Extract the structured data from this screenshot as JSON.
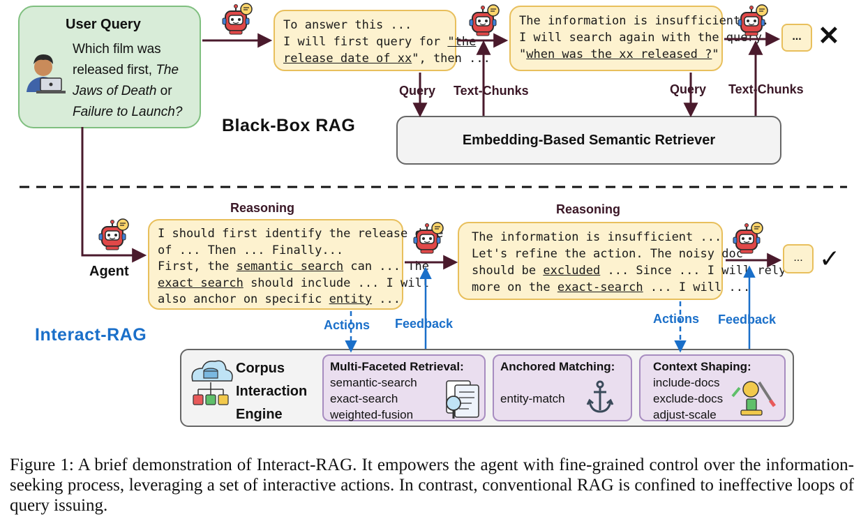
{
  "user_query": {
    "title": "User Query",
    "text_line1": "Which film was",
    "text_line2_a": "released first, ",
    "text_line2_b": "The",
    "text_line3_a": "Jaws of Death",
    "text_line3_b": " or",
    "text_line4": "Failure to Launch?"
  },
  "black_box": {
    "section_label": "Black-Box RAG",
    "thought1": {
      "line1": "To answer this ...",
      "line2_a": "I will first query for ",
      "line2_b": "\"the",
      "line3_a": "release date of xx",
      "line3_b": "\", then ..."
    },
    "thought2": {
      "line1": "The information is insufficient ...",
      "line2": "I will search again with the query",
      "line3_a": "\"",
      "line3_b": "when was the xx released ?",
      "line3_c": "\""
    },
    "ellipsis": "...",
    "fail_mark": "✕",
    "query_label_1": "Query",
    "chunks_label_1": "Text-Chunks",
    "query_label_2": "Query",
    "chunks_label_2": "Text-Chunks",
    "retriever": "Embedding-Based Semantic Retriever"
  },
  "interact": {
    "section_label": "Interact-RAG",
    "agent_label": "Agent",
    "reasoning_label_1": "Reasoning",
    "reasoning_label_2": "Reasoning",
    "thought1": {
      "line1": "I should first identify the release date",
      "line2": "of ... Then ... Finally...",
      "line3_a": "First, the ",
      "line3_b": "semantic search",
      "line3_c": " can ... The",
      "line4_a": "exact search",
      "line4_b": " should include ... I will",
      "line5_a": "also anchor on specific ",
      "line5_b": "entity",
      "line5_c": " ..."
    },
    "thought2": {
      "line1": "The information is insufficient ...",
      "line2": "Let's refine the action. The noisy doc",
      "line3_a": "should be ",
      "line3_b": "excluded",
      "line3_c": " ... Since ... I will rely",
      "line4_a": "more on the ",
      "line4_b": "exact-search",
      "line4_c": " ... I will ..."
    },
    "ellipsis": "...",
    "success_mark": "✓",
    "actions_label_1": "Actions",
    "feedback_label_1": "Feedback",
    "actions_label_2": "Actions",
    "feedback_label_2": "Feedback",
    "engine": {
      "title_line1": "Corpus",
      "title_line2": "Interaction",
      "title_line3": "Engine",
      "multi": {
        "title": "Multi-Faceted Retrieval:",
        "items": [
          "semantic-search",
          "exact-search",
          "weighted-fusion"
        ]
      },
      "anchored": {
        "title": "Anchored Matching:",
        "items": [
          "entity-match"
        ]
      },
      "context": {
        "title": "Context Shaping:",
        "items": [
          "include-docs",
          "exclude-docs",
          "adjust-scale"
        ]
      }
    }
  },
  "caption": "Figure 1:  A brief demonstration of Interact-RAG. It empowers the agent with fine-grained control over the information-seeking process, leveraging a set of interactive actions. In contrast, conventional RAG is confined to ineffective loops of query issuing.",
  "colors": {
    "dark_arrow": "#4a1a2c",
    "blue_arrow": "#1a6fc9",
    "query_box_fill": "#d8ecd8",
    "query_box_border": "#7fbf7f",
    "thought_fill": "#fdf2cf",
    "thought_border": "#e8bf5c",
    "engine_fill": "#f3f3f3",
    "purple_fill": "#e9dcef",
    "robot_red": "#e04848"
  }
}
